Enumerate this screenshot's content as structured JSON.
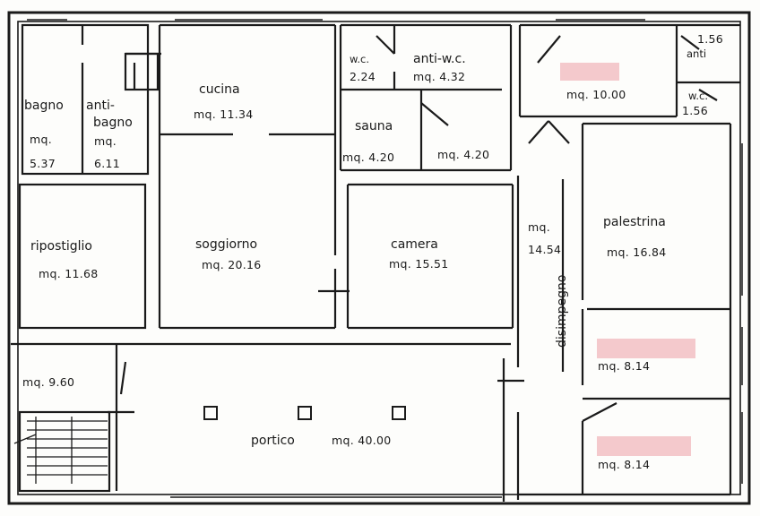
{
  "rooms": {
    "bagno": {
      "name": "bagno",
      "mq_label": "mq.",
      "area": "5.37"
    },
    "antibagno": {
      "name1": "anti-",
      "name2": "bagno",
      "mq_label": "mq.",
      "area": "6.11"
    },
    "cucina": {
      "name": "cucina",
      "area": "mq. 11.34"
    },
    "wc1": {
      "name": "w.c.",
      "area": "2.24"
    },
    "antiwc": {
      "name": "anti-w.c.",
      "area": "mq. 4.32"
    },
    "sauna": {
      "name": "sauna",
      "area": "mq. 4.20"
    },
    "corr_small": {
      "area": "mq. 4.20"
    },
    "redacted_top": {
      "area": "mq. 10.00"
    },
    "anti_small": {
      "area": "1.56",
      "name": "anti"
    },
    "wc2": {
      "name": "w.c.",
      "area": "1.56"
    },
    "ripostiglio": {
      "name": "ripostiglio",
      "area": "mq. 11.68"
    },
    "soggiorno": {
      "name": "soggiorno",
      "area": "mq. 20.16"
    },
    "camera": {
      "name": "camera",
      "area": "mq. 15.51"
    },
    "disimpegno": {
      "name": "disimpegno",
      "mq_label": "mq.",
      "area": "14.54"
    },
    "palestrina": {
      "name": "palestrina",
      "area": "mq. 16.84"
    },
    "redacted_mid": {
      "area": "mq. 8.14"
    },
    "redacted_bot": {
      "area": "mq. 8.14"
    },
    "stair_room": {
      "area": "mq. 9.60"
    },
    "portico": {
      "name": "portico",
      "area": "mq. 40.00"
    }
  },
  "colors": {
    "wall": "#1a1a1a",
    "redaction": "#f4c9cc",
    "paper": "#fdfdfb"
  }
}
